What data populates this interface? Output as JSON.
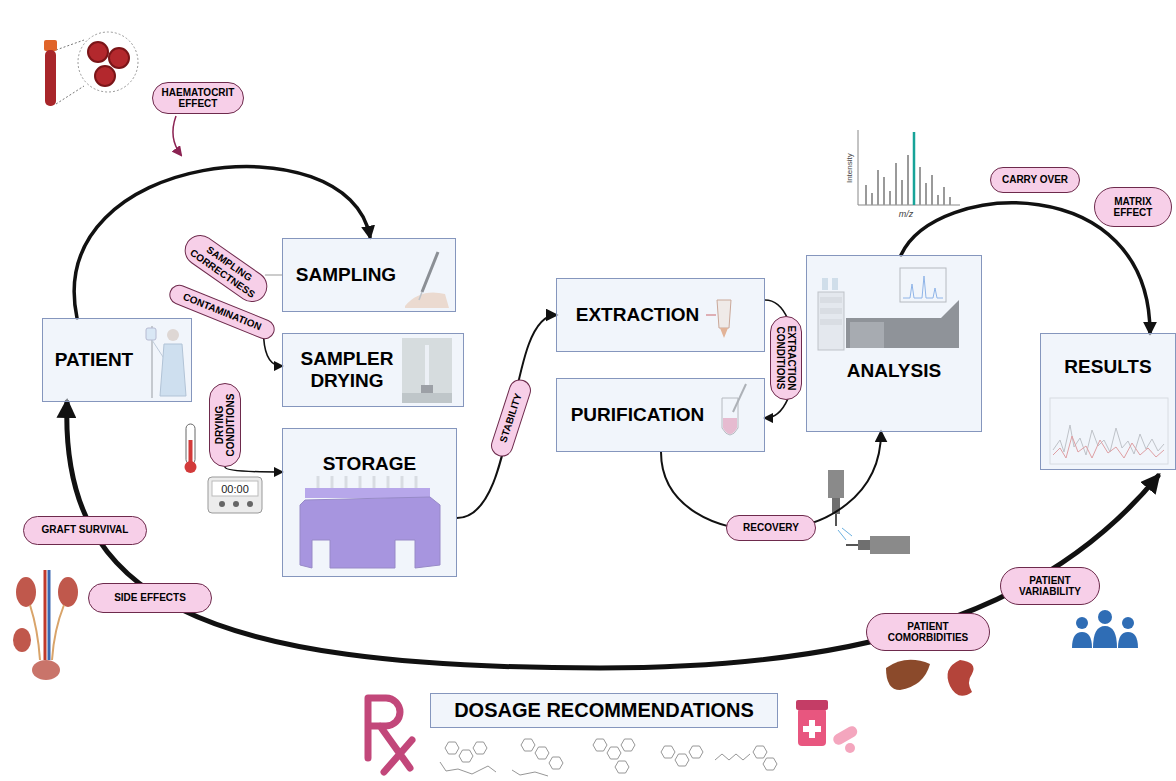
{
  "diagram": {
    "nodes": [
      {
        "text": [
          "HAEMATOCRIT EFFECT"
        ]
      },
      {
        "text": [
          "PATIENT"
        ]
      },
      {
        "text": [
          "SAMPLING CORRECTNESS"
        ]
      },
      {
        "text": [
          "CONTAMINATION"
        ]
      },
      {
        "text": [
          "SAMPLING"
        ]
      },
      {
        "text": [
          "SAMPLER DRYING"
        ]
      },
      {
        "text": [
          "DRYING CONDITIONS"
        ]
      },
      {
        "text": [
          "STORAGE"
        ]
      },
      {
        "text": [
          "STABILITY"
        ]
      },
      {
        "text": [
          "EXTRACTION"
        ]
      },
      {
        "text": [
          "EXTRACTION CONDITIONS"
        ]
      },
      {
        "text": [
          "PURIFICATION"
        ]
      },
      {
        "text": [
          "RECOVERY"
        ]
      },
      {
        "text": [
          "ANALYSIS"
        ]
      },
      {
        "text": [
          "CARRY OVER"
        ]
      },
      {
        "text": [
          "MATRIX EFFECT"
        ]
      },
      {
        "text": [
          "RESULTS"
        ]
      },
      {
        "text": [
          "GRAFT SURVIVAL"
        ]
      },
      {
        "text": [
          "SIDE EFFECTS"
        ]
      },
      {
        "text": [
          "PATIENT COMORBIDITIES"
        ]
      },
      {
        "text": [
          "PATIENT VARIABILITY"
        ]
      },
      {
        "text": [
          "DOSAGE RECOMMENDATIONS"
        ]
      }
    ],
    "edges": [
      {
        "from": 1,
        "to": 4,
        "arrow": "to"
      },
      {
        "from": 2,
        "to": 4,
        "arrow": "none"
      },
      {
        "from": 3,
        "to": 5,
        "arrow": "to"
      },
      {
        "from": 6,
        "to": 7,
        "arrow": "to"
      },
      {
        "from": 7,
        "to": 9,
        "arrow": "to"
      },
      {
        "from": 9,
        "to": 11,
        "arrow": "to"
      },
      {
        "from": 11,
        "to": 13,
        "arrow": "to"
      },
      {
        "from": 13,
        "to": 16,
        "arrow": "to"
      },
      {
        "from": 1,
        "to": 16,
        "arrow": "both"
      }
    ],
    "labels": [
      "00:00",
      "Intensity",
      "m/z"
    ]
  }
}
